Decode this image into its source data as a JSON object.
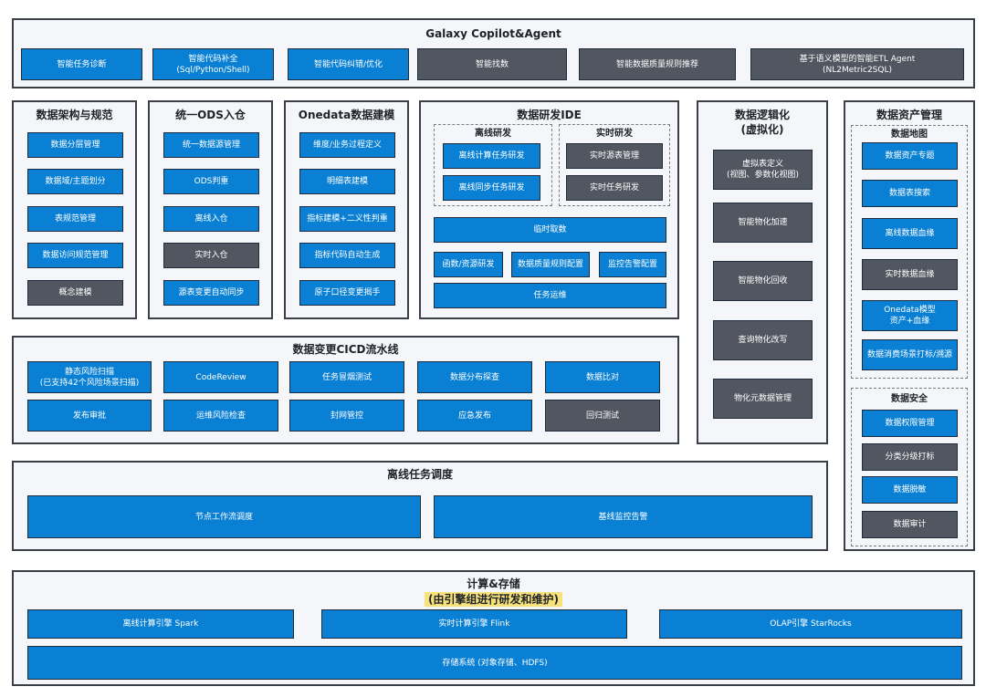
{
  "colors": {
    "blue": "#0a80d4",
    "gray": "#515660",
    "highlight": "#f7e27a",
    "panel_bg": "#f4f6f9",
    "border": "#3b3f47"
  },
  "copilot": {
    "title": "Galaxy Copilot&Agent",
    "items": [
      "智能任务诊断",
      "智能代码补全\n(Sql/Python/Shell)",
      "智能代码纠错/优化",
      "智能找数",
      "智能数据质量规则推荐",
      "基于语义模型的智能ETL Agent\n(NL2Metric2SQL)"
    ]
  },
  "arch": {
    "title": "数据架构与规范",
    "items": [
      "数据分层管理",
      "数据域/主题划分",
      "表规范管理",
      "数据访问规范管理",
      "概念建模"
    ]
  },
  "ods": {
    "title": "统一ODS入仓",
    "items": [
      "统一数据源管理",
      "ODS判重",
      "离线入仓",
      "实时入仓",
      "源表变更自动同步"
    ]
  },
  "onedata": {
    "title": "Onedata数据建模",
    "items": [
      "维度/业务过程定义",
      "明细表建模",
      "指标建模+二义性判重",
      "指标代码自动生成",
      "原子口径变更揭手"
    ]
  },
  "ide": {
    "title": "数据研发IDE",
    "offline_title": "离线研发",
    "offline_items": [
      "离线计算任务研发",
      "离线同步任务研发"
    ],
    "realtime_title": "实时研发",
    "realtime_items": [
      "实时源表管理",
      "实时任务研发"
    ],
    "adhoc": "临时取数",
    "row": [
      "函数/资源研发",
      "数据质量规则配置",
      "监控告警配置"
    ],
    "ops": "任务运维"
  },
  "logic": {
    "title": "数据逻辑化\n(虚拟化)",
    "items": [
      "虚拟表定义\n(视图、参数化视图)",
      "智能物化加速",
      "智能物化回收",
      "查询物化改写",
      "物化元数据管理"
    ]
  },
  "asset": {
    "title": "数据资产管理",
    "map_title": "数据地图",
    "map_items": [
      "数据资产专题",
      "数据表搜索",
      "离线数据血缘",
      "实时数据血缘",
      "Onedata模型\n资产+血缘",
      "数据消费场景打标/溯源"
    ],
    "security_title": "数据安全",
    "security_items": [
      "数据权限管理",
      "分类分级打标",
      "数据脱敏",
      "数据审计"
    ]
  },
  "cicd": {
    "title": "数据变更CICD流水线",
    "row1": [
      "静态风险扫描\n(已支持42个风险场景扫描)",
      "CodeReview",
      "任务冒烟测试",
      "数据分布探查",
      "数据比对"
    ],
    "row2": [
      "发布审批",
      "运维风险检查",
      "封网管控",
      "应急发布",
      "回归测试"
    ]
  },
  "schedule": {
    "title": "离线任务调度",
    "items": [
      "节点工作流调度",
      "基线监控告警"
    ]
  },
  "compute": {
    "title": "计算&存储",
    "subtitle": "(由引擎组进行研发和维护)",
    "engines": [
      "离线计算引擎 Spark",
      "实时计算引擎 Flink",
      "OLAP引擎 StarRocks"
    ],
    "storage": "存储系统 (对象存储、HDFS)"
  }
}
